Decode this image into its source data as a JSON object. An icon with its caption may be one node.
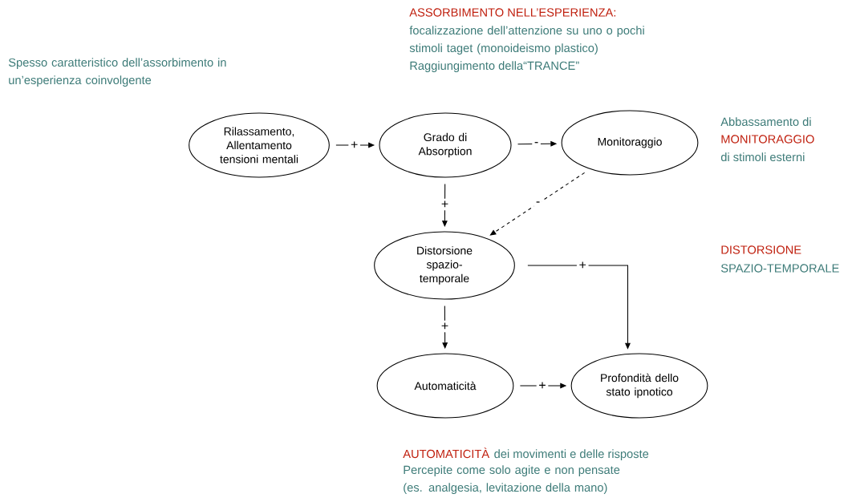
{
  "diagram": {
    "nodes": [
      {
        "text": [
          "Rilassamento, Allentamento tensioni mentali"
        ]
      },
      {
        "text": [
          "Grado di Absorption"
        ]
      },
      {
        "text": [
          "Monitoraggio"
        ]
      },
      {
        "text": [
          "Distorsione spazio-temporale"
        ]
      },
      {
        "text": [
          "Automaticità"
        ]
      },
      {
        "text": [
          "Profondità dello stato ipnotico"
        ]
      }
    ],
    "edges": [
      {
        "from": 0,
        "to": 1,
        "arrow": "to",
        "label": "+"
      },
      {
        "from": 1,
        "to": 2,
        "arrow": "to",
        "label": "-"
      },
      {
        "from": 1,
        "to": 3,
        "arrow": "to",
        "label": "+"
      },
      {
        "from": 2,
        "to": 3,
        "arrow": "to",
        "label": "-",
        "style": "dashed"
      },
      {
        "from": 3,
        "to": 5,
        "arrow": "to",
        "label": "+"
      },
      {
        "from": 3,
        "to": 4,
        "arrow": "to",
        "label": "+"
      },
      {
        "from": 4,
        "to": 5,
        "arrow": "to",
        "label": "+"
      }
    ],
    "labels": [
      "Spesso caratteristico dell’assorbimento in un’esperienza coinvolgente",
      "ASSORBIMENTO NELL’ESPERIENZA:",
      "focalizzazione dell’attenzione su uno o pochi stimoli taget (monoideismo plastico)",
      "Raggiungimento della“TRANCE”",
      "Abbassamento di",
      "MONITORAGGIO",
      "di stimoli esterni",
      "DISTORSIONE",
      "SPAZIO-TEMPORALE",
      "AUTOMATICITÀ",
      "dei movimenti e delle risposte",
      "Percepite come solo agite e non pensate (es. analgesia, levitazione della mano)"
    ]
  }
}
